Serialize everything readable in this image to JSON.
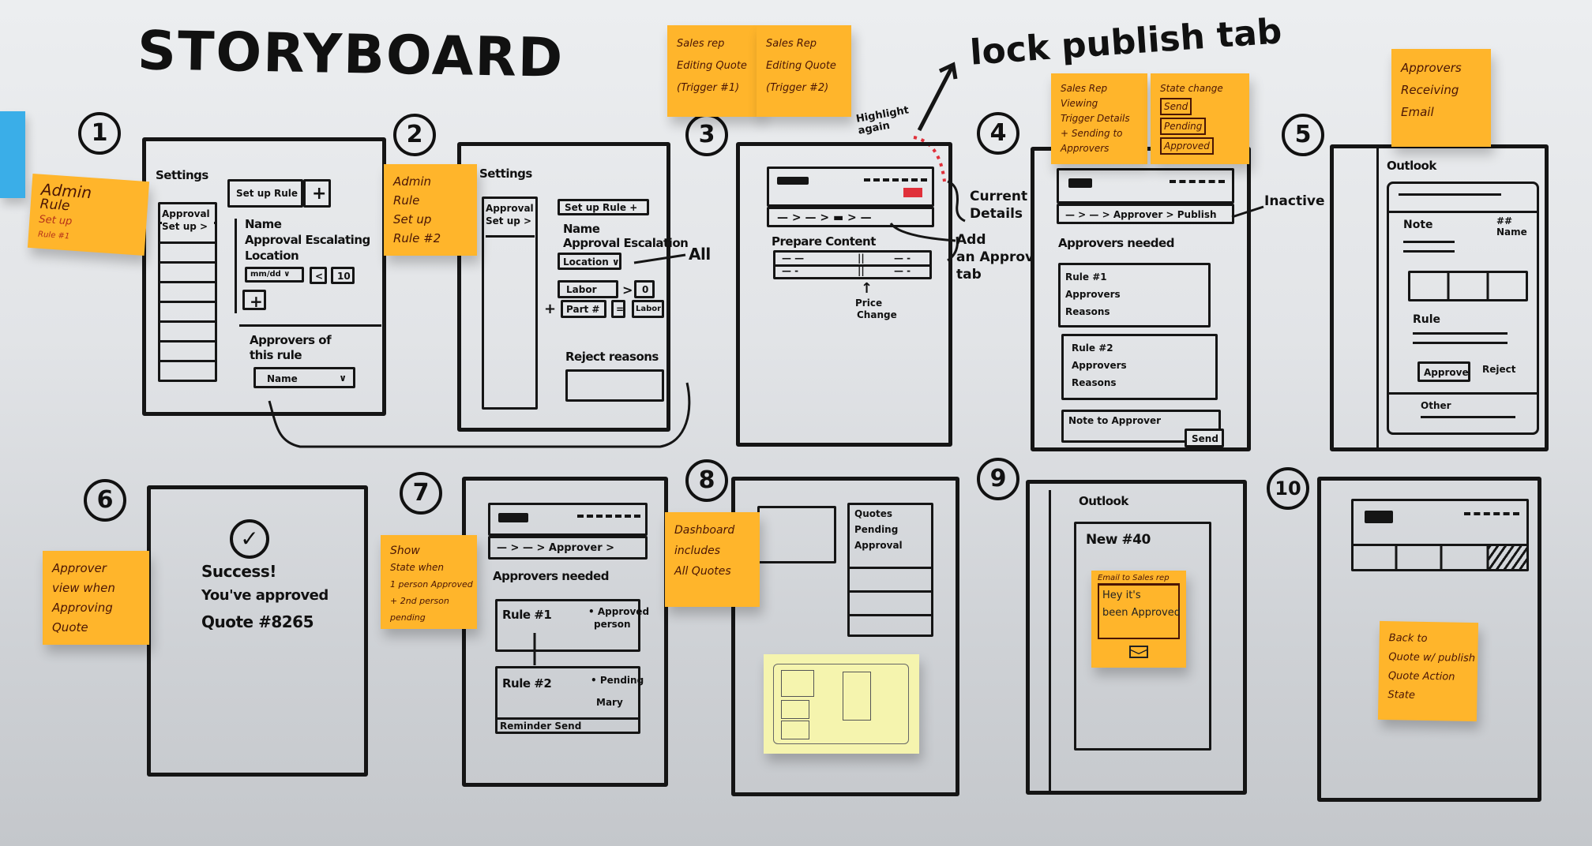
{
  "title": "STORYBOARD",
  "top_annotation": "lock publish tab",
  "colors": {
    "sticky": "#ffb52b",
    "sticky_pale": "#f5f4ae",
    "marker": "#151515",
    "highlight": "#e0303a",
    "board": "#e2e4e7"
  },
  "stickies": {
    "s1": [
      "Admin",
      "Rule",
      "Set up",
      "Rule #1"
    ],
    "s2": [
      "Admin",
      "Rule",
      "Set up",
      "Rule #2"
    ],
    "s3a": [
      "Sales rep",
      "Editing Quote",
      "(Trigger #1)"
    ],
    "s3b": [
      "Sales Rep",
      "Editing Quote",
      "(Trigger #2)"
    ],
    "s4a": [
      "Sales Rep",
      "Viewing",
      "Trigger Details",
      "+ Sending to",
      "Approvers"
    ],
    "s4b": {
      "title": "State change",
      "states": [
        "Send",
        "Pending",
        "Approved"
      ]
    },
    "s5": [
      "Approvers",
      "Receiving",
      "Email"
    ],
    "s6": [
      "Approver",
      "view when",
      "Approving",
      "Quote"
    ],
    "s7": [
      "Show",
      "State when",
      "1 person Approved",
      "+ 2nd person",
      "pending"
    ],
    "s8": [
      "Dashboard",
      "includes",
      "All Quotes"
    ],
    "s9": {
      "header": "Email to Sales rep",
      "body": [
        "Hey it's",
        "been Approved"
      ]
    },
    "s10": [
      "Back to",
      "Quote w/ publish",
      "Quote Action",
      "State"
    ]
  },
  "frames": {
    "f1": {
      "number": "1",
      "settings": "Settings",
      "sidebar_item": "Approval Set up >",
      "setup_button": "Set up Rule",
      "plus": "+",
      "fields": [
        "Name",
        "Approval Escalating",
        "Location"
      ],
      "date_dropdown": "mm/dd ∨",
      "lt": "<",
      "val": "10",
      "add": "+",
      "approvers_label": [
        "Approvers of",
        "this rule"
      ],
      "name_dropdown": "Name",
      "chev": "∨"
    },
    "f2": {
      "number": "2",
      "settings": "Settings",
      "sidebar_item": "Approval Set up >",
      "setup_button": "Set up Rule +",
      "fields": [
        "Name",
        "Approval Escalation"
      ],
      "location": "Location ∨",
      "all": "All",
      "labor": "Labor",
      "gt": ">",
      "zero": "0",
      "plus": "+",
      "part": "Part #",
      "eq": "=",
      "labor2": "Labor",
      "reject": "Reject reasons"
    },
    "f3": {
      "number": "3",
      "breadcrumb": "— > — > ▬ > —",
      "section": "Prepare Content",
      "rows": [
        [
          "— —",
          "||",
          "— -"
        ],
        [
          "— -",
          "||",
          "— -"
        ]
      ],
      "note": [
        "Price",
        "Change"
      ],
      "highlight": [
        "Highlight",
        "again"
      ],
      "current": [
        "Current",
        "Details"
      ],
      "add_tab": [
        "Add",
        "an Approv",
        "tab"
      ]
    },
    "f4": {
      "number": "4",
      "breadcrumb": "— > — > Approver > Publish",
      "inactive": "Inactive",
      "section": "Approvers needed",
      "rules": [
        [
          "Rule #1",
          "Approvers",
          "Reasons"
        ],
        [
          "Rule #2",
          "Approvers",
          "Reasons"
        ]
      ],
      "note": "Note to Approver",
      "send": "Send"
    },
    "f5": {
      "number": "5",
      "app": "Outlook",
      "note": "Note",
      "id": [
        "##",
        "Name"
      ],
      "rule": "Rule",
      "approve": "Approve",
      "reject": "Reject",
      "other": "Other"
    },
    "f6": {
      "number": "6",
      "check": "✓",
      "lines": [
        "Success!",
        "You've approved",
        "Quote #8265"
      ]
    },
    "f7": {
      "number": "7",
      "breadcrumb": "— > — > Approver >",
      "section": "Approvers needed",
      "rules": [
        {
          "name": "Rule #1",
          "status": [
            "• Approved",
            "person"
          ]
        },
        {
          "name": "Rule #2",
          "status": [
            "• Pending",
            "Mary"
          ]
        }
      ],
      "reminder": "Reminder Send"
    },
    "f8": {
      "number": "8",
      "list_header": [
        "Quotes",
        "Pending",
        "Approval"
      ]
    },
    "f9": {
      "number": "9",
      "app": "Outlook",
      "subject": "New  #40"
    },
    "f10": {
      "number": "10"
    }
  }
}
